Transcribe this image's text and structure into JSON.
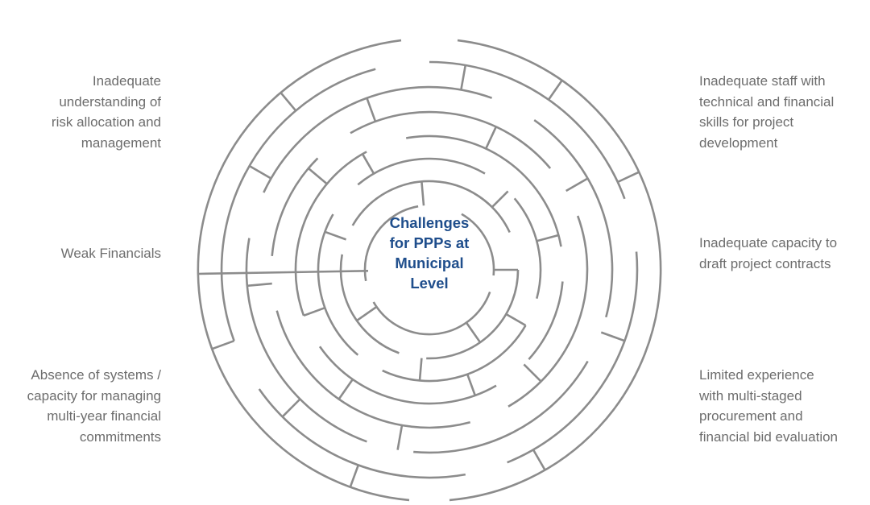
{
  "center_title": "Challenges\nfor PPPs at\nMunicipal\nLevel",
  "left_labels": [
    "Inadequate\nunderstanding of\nrisk allocation and\nmanagement",
    "Weak Financials",
    "Absence of systems /\ncapacity for managing\nmulti-year financial\ncommitments"
  ],
  "right_labels": [
    "Inadequate staff with\ntechnical and financial\nskills for project\ndevelopment",
    "Inadequate capacity to\ndraft project contracts",
    "Limited experience\nwith multi-staged\nprocurement and\nfinancial bid evaluation"
  ],
  "colors": {
    "maze": "#8c8c8c",
    "title": "#1f4e8c",
    "text": "#6d6d6d"
  }
}
